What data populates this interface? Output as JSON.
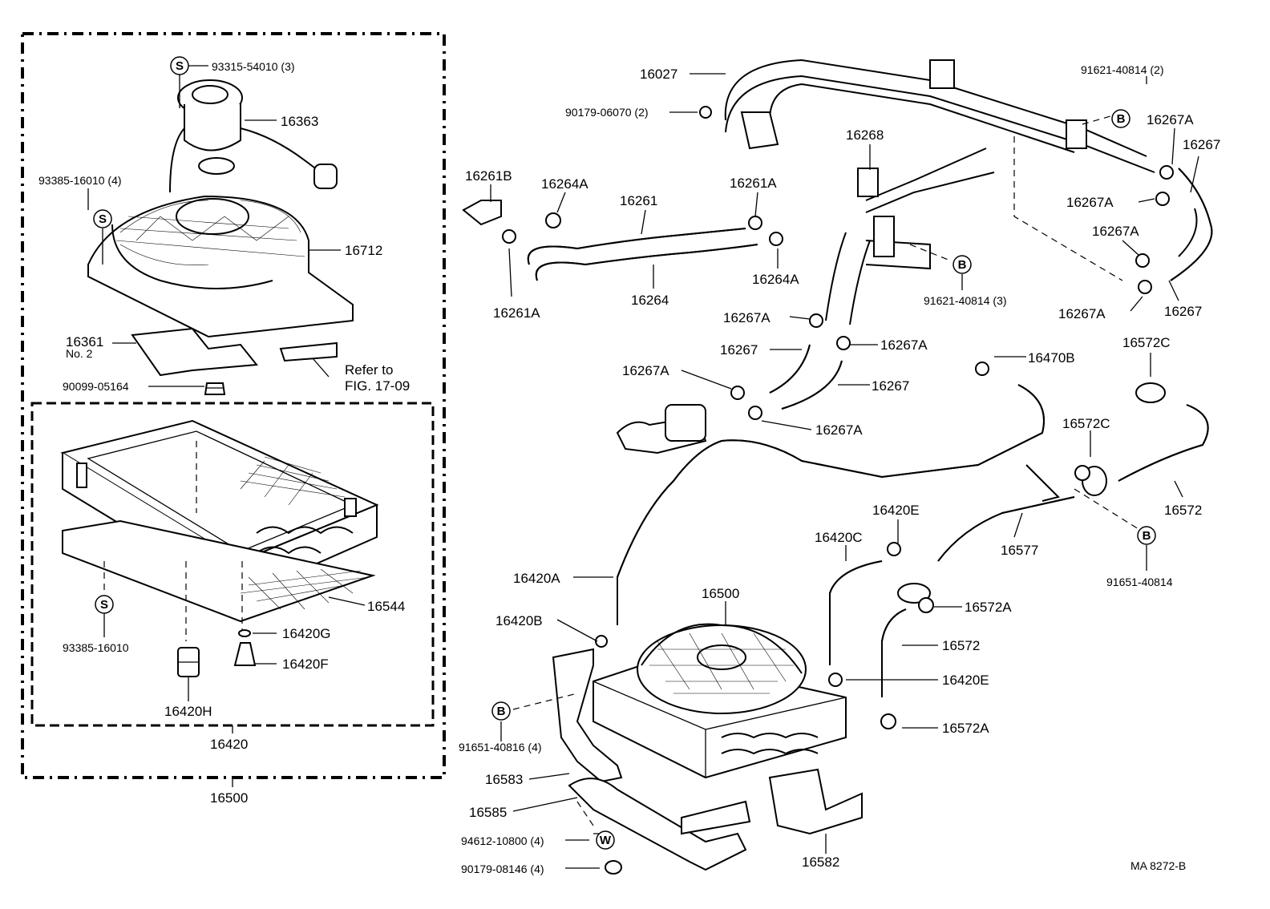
{
  "labels": {
    "p93315": "93315-54010 (3)",
    "p16363": "16363",
    "p93385a": "93385-16010 (4)",
    "p16712": "16712",
    "p16361": "16361",
    "p16361_no": "No. 2",
    "refer1": "Refer to",
    "refer2": "FIG. 17-09",
    "p90099": "90099-05164",
    "p16544": "16544",
    "p93385b": "93385-16010",
    "p16420G": "16420G",
    "p16420F": "16420F",
    "p16420H": "16420H",
    "p16420": "16420",
    "p16500a": "16500",
    "p16027": "16027",
    "p90179a": "90179-06070 (2)",
    "p91621a": "91621-40814 (2)",
    "p16267A_1": "16267A",
    "p16267_1": "16267",
    "p16268": "16268",
    "p16261B": "16261B",
    "p16264A_1": "16264A",
    "p16261": "16261",
    "p16261A_1": "16261A",
    "p16267A_2": "16267A",
    "p16267A_3": "16267A",
    "p16264A_2": "16264A",
    "p16261A_2": "16261A",
    "p16264": "16264",
    "p91621b": "91621-40814 (3)",
    "p16267A_4": "16267A",
    "p16267_2": "16267",
    "p16267A_5": "16267A",
    "p16267_3": "16267",
    "p16267A_6": "16267A",
    "p16470B": "16470B",
    "p16572C_1": "16572C",
    "p16267A_7": "16267A",
    "p16267_4": "16267",
    "p16267A_8": "16267A",
    "p16572C_2": "16572C",
    "p16420E_1": "16420E",
    "p16420C": "16420C",
    "p16572_1": "16572",
    "p16577": "16577",
    "p91651a": "91651-40814",
    "p16420A": "16420A",
    "p16500b": "16500",
    "p16572A_1": "16572A",
    "p16420B": "16420B",
    "p16572_2": "16572",
    "p16420E_2": "16420E",
    "p91651b": "91651-40816 (4)",
    "p16572A_2": "16572A",
    "p16583": "16583",
    "p16585": "16585",
    "p94612": "94612-10800 (4)",
    "p90179b": "90179-08146 (4)",
    "p16582": "16582",
    "code": "MA  8272-B"
  },
  "symbols": {
    "S": "S",
    "B": "B",
    "W": "W"
  }
}
